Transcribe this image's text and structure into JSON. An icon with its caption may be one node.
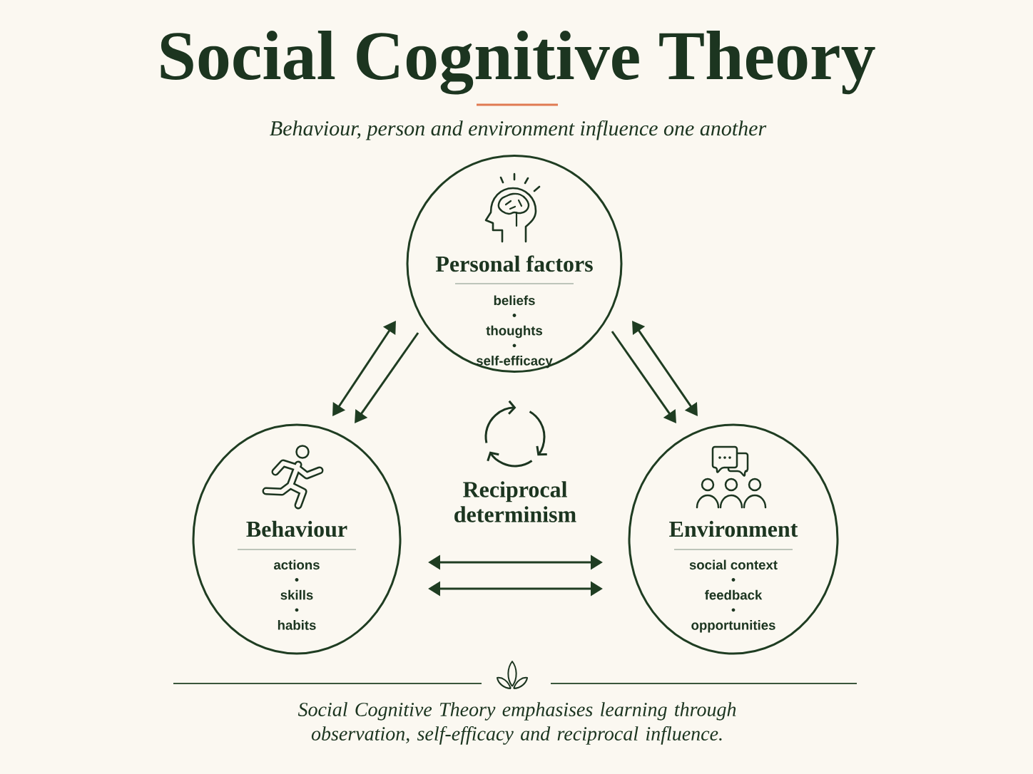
{
  "diagram": {
    "title": "Social Cognitive Theory",
    "caption": "Social Cognitive Theory emphasises learning through observation, self-efficacy and reciprocal influence.",
    "nodes": [
      {
        "text": [
          "Personal factors",
          "beliefs",
          "thoughts",
          "self-efficacy"
        ]
      },
      {
        "text": [
          "Behaviour",
          "actions",
          "skills",
          "habits"
        ]
      },
      {
        "text": [
          "Environment",
          "social context",
          "feedback",
          "opportunities"
        ]
      }
    ],
    "edges": [
      {
        "from": 0,
        "to": 1,
        "arrow": "both"
      },
      {
        "from": 0,
        "to": 1,
        "arrow": "to"
      },
      {
        "from": 0,
        "to": 2,
        "arrow": "both"
      },
      {
        "from": 0,
        "to": 2,
        "arrow": "to"
      },
      {
        "from": 1,
        "to": 2,
        "arrow": "both"
      },
      {
        "from": 1,
        "to": 2,
        "arrow": "both"
      }
    ],
    "labels": [
      "Behaviour, person and environment influence one another",
      "Reciprocal determinism"
    ]
  }
}
